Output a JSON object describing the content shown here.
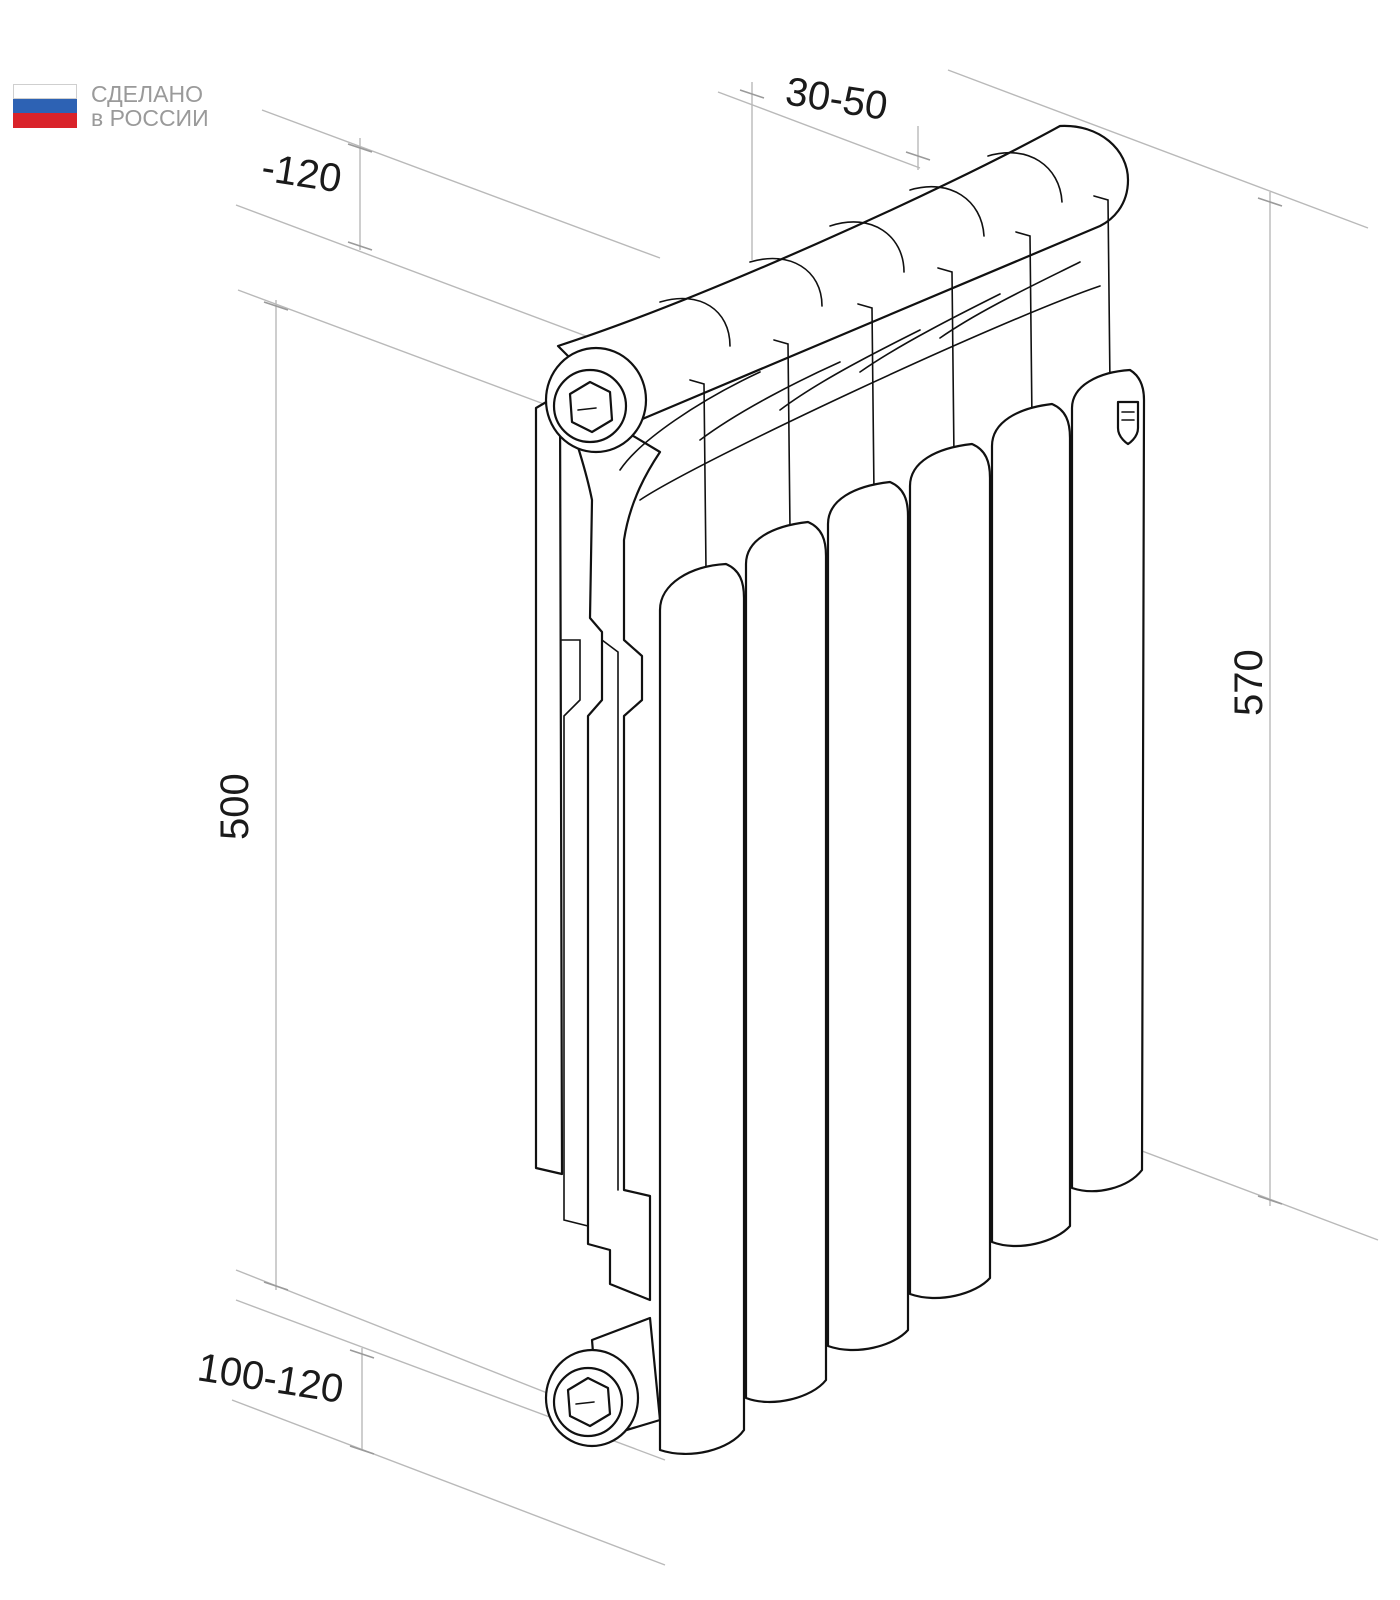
{
  "badge": {
    "line1": "СДЕЛАНО",
    "line2": "в РОССИИ",
    "flag_colors": [
      "#ffffff",
      "#2d62b4",
      "#d9232a"
    ]
  },
  "dimensions": {
    "top_depth": "-120",
    "pipe_gap": "30-50",
    "axis_height": "500",
    "total_height": "570",
    "bottom_depth": "100-120"
  },
  "product": {
    "sections": 6,
    "colors": {
      "outline": "#111111",
      "dimension_line": "#b9b9b9"
    }
  }
}
